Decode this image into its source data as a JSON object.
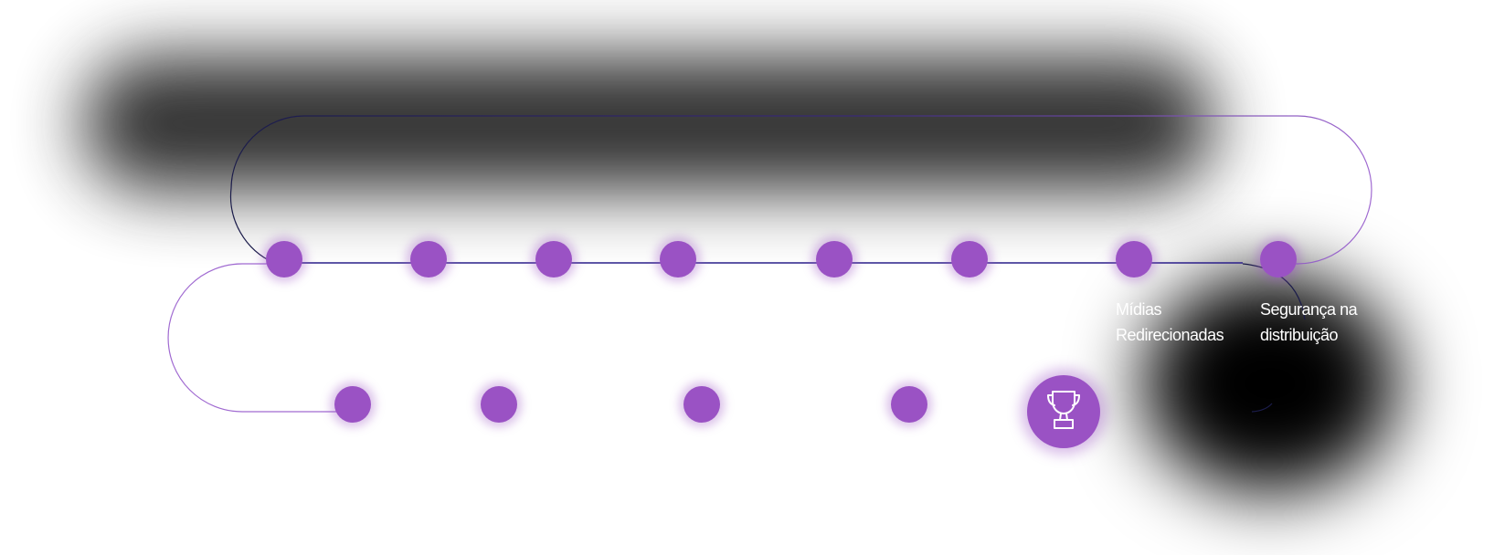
{
  "colors": {
    "node": "#9a52c4",
    "path_dark": "#1b1c4a",
    "path_purple": "#a06ad1",
    "label_text": "#ffffff"
  },
  "nodes": {
    "row1_count": 8,
    "row2_count": 4
  },
  "labels": {
    "midias": [
      "Mídias",
      "Redirecionadas"
    ],
    "seguranca": [
      "Segurança na",
      "distribuição"
    ]
  },
  "final": {
    "icon": "trophy-icon"
  }
}
